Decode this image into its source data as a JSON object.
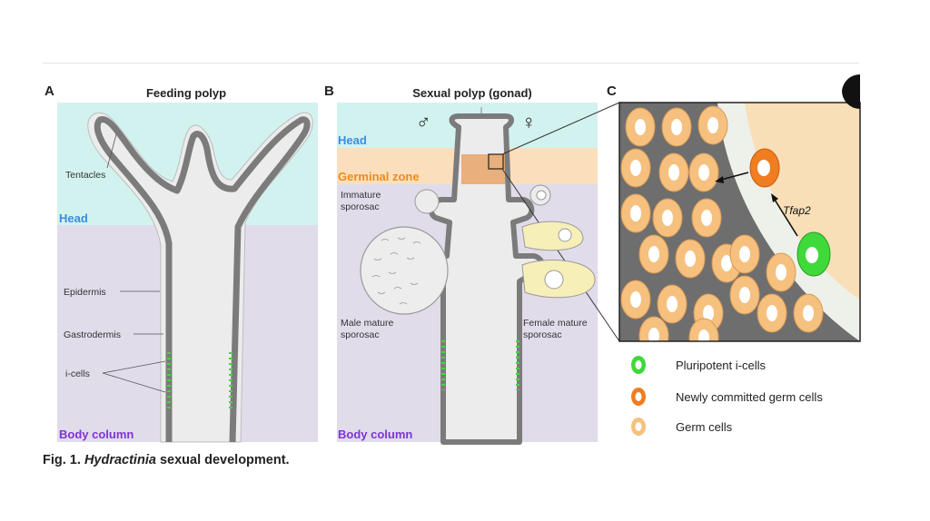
{
  "panel_a": {
    "letter": "A",
    "title": "Feeding polyp",
    "labels": {
      "tentacles": "Tentacles",
      "head": "Head",
      "epidermis": "Epidermis",
      "gastrodermis": "Gastrodermis",
      "icells": "i-cells",
      "body_column": "Body column"
    }
  },
  "panel_b": {
    "letter": "B",
    "title": "Sexual polyp (gonad)",
    "male_symbol": "♂",
    "female_symbol": "♀",
    "labels": {
      "head": "Head",
      "germinal_zone": "Germinal zone",
      "immature_1": "Immature",
      "immature_2": "sporosac",
      "male_1": "Male mature",
      "male_2": "sporosac",
      "female_1": "Female mature",
      "female_2": "sporosac",
      "body_column": "Body column"
    }
  },
  "panel_c": {
    "letter": "C",
    "gene_label": "Tfap2"
  },
  "legend": [
    {
      "label": "Pluripotent i-cells",
      "color": "#3fd93a"
    },
    {
      "label": "Newly committed germ cells",
      "color": "#f07d1f"
    },
    {
      "label": "Germ cells",
      "color": "#f6c07e"
    }
  ],
  "caption": {
    "prefix": "Fig. 1.",
    "italic": "Hydractinia",
    "suffix": "sexual development."
  },
  "colors": {
    "head_zone": "#d2f2f0",
    "body_zone": "#e0dcea",
    "germinal_zone": "#fbdfbd",
    "tissue": "#7b7b7b",
    "icell_green": "#3fd93a",
    "germ_orange": "#f07d1f",
    "germ_light": "#f6c07e"
  }
}
